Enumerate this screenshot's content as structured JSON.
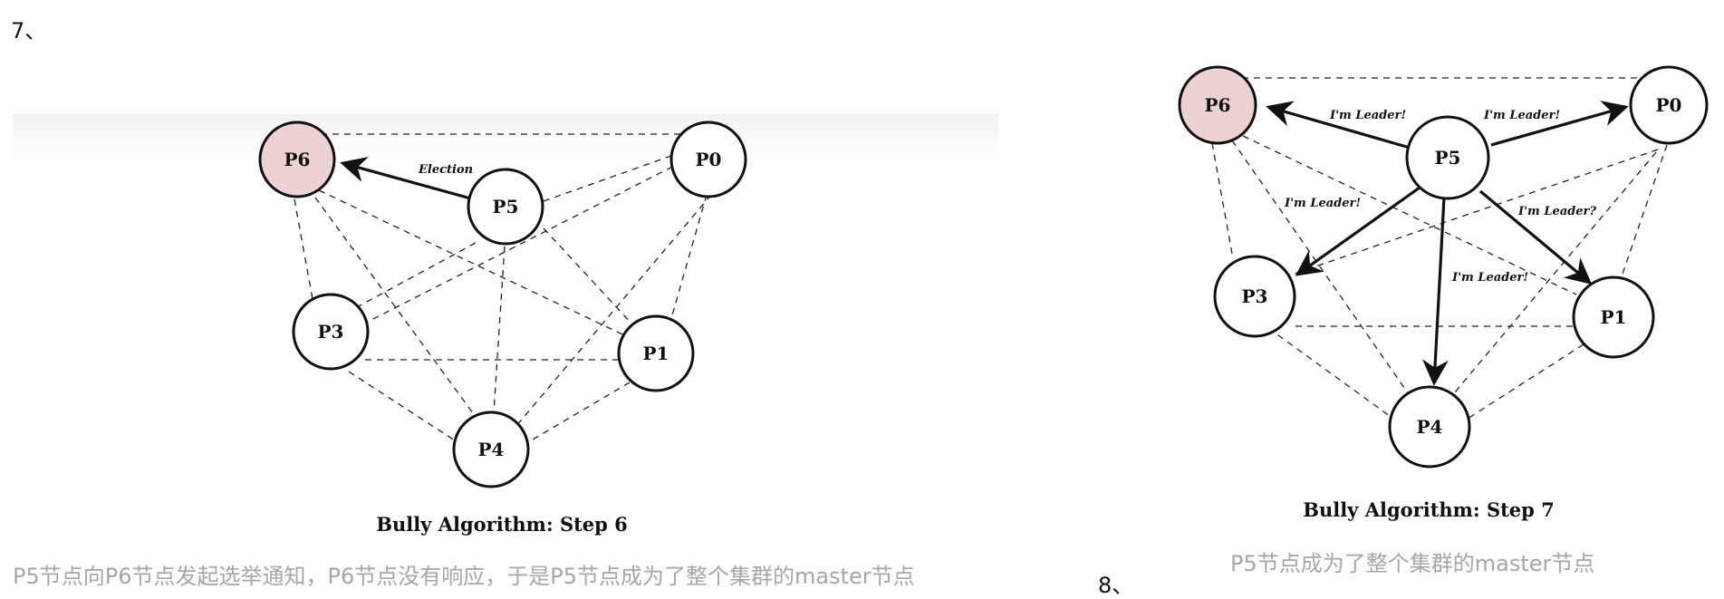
{
  "step_markers": {
    "first": "7、",
    "second": "8、"
  },
  "step6": {
    "title": "Bully Algorithm:  Step 6",
    "nodes": [
      {
        "id": "P6",
        "highlight": true
      },
      {
        "id": "P0"
      },
      {
        "id": "P5"
      },
      {
        "id": "P3"
      },
      {
        "id": "P1"
      },
      {
        "id": "P4"
      }
    ],
    "messages": [
      {
        "from": "P5",
        "to": "P6",
        "label": "Election"
      }
    ],
    "description": "P5节点向P6节点发起选举通知，P6节点没有响应，于是P5节点成为了整个集群的master节点"
  },
  "step7": {
    "title": "Bully Algorithm:  Step 7",
    "nodes": [
      {
        "id": "P6",
        "highlight": true
      },
      {
        "id": "P0"
      },
      {
        "id": "P5"
      },
      {
        "id": "P3"
      },
      {
        "id": "P1"
      },
      {
        "id": "P4"
      }
    ],
    "messages": [
      {
        "from": "P5",
        "to": "P6",
        "label": "I'm Leader!"
      },
      {
        "from": "P5",
        "to": "P0",
        "label": "I'm Leader!"
      },
      {
        "from": "P5",
        "to": "P3",
        "label": "I'm Leader!"
      },
      {
        "from": "P5",
        "to": "P1",
        "label": "I'm Leader?"
      },
      {
        "from": "P5",
        "to": "P4",
        "label": "I'm Leader!"
      }
    ],
    "description": "P5节点成为了整个集群的master节点"
  },
  "colors": {
    "highlight_node": "#ecd2d2",
    "node_fill": "#ffffff",
    "stroke": "#111111",
    "note_text": "#a6a6a6"
  }
}
